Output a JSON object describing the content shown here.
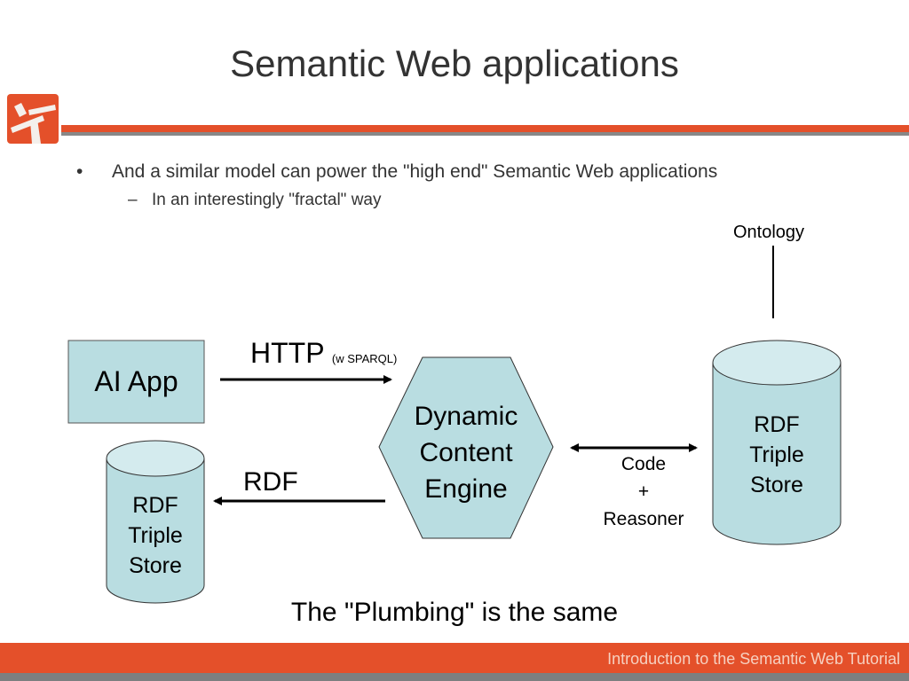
{
  "slide": {
    "title": "Semantic Web applications",
    "bullets": [
      {
        "marker": "•",
        "text": "And a similar model can power the \"high end\" Semantic Web applications"
      },
      {
        "marker": "–",
        "text": "In an interestingly \"fractal\" way"
      }
    ],
    "caption": "The \"Plumbing\" is the same",
    "footer": "Introduction to the Semantic Web Tutorial",
    "logo_icon": "organization-logo-icon"
  },
  "diagram": {
    "nodes": {
      "ai_app": "AI App",
      "engine": [
        "Dynamic",
        "Content",
        "Engine"
      ],
      "local_store": [
        "RDF",
        "Triple",
        "Store"
      ],
      "remote_store": [
        "RDF",
        "Triple",
        "Store"
      ],
      "ontology": "Ontology"
    },
    "edges": {
      "http": "HTTP",
      "http_sub": "(w SPARQL)",
      "rdf": "RDF",
      "code": [
        "Code",
        "+",
        "Reasoner"
      ]
    }
  },
  "colors": {
    "accent": "#e4502a",
    "shape_fill": "#b9dde1",
    "shape_top": "#d4ebee",
    "footer_gray": "#7c7f80"
  }
}
